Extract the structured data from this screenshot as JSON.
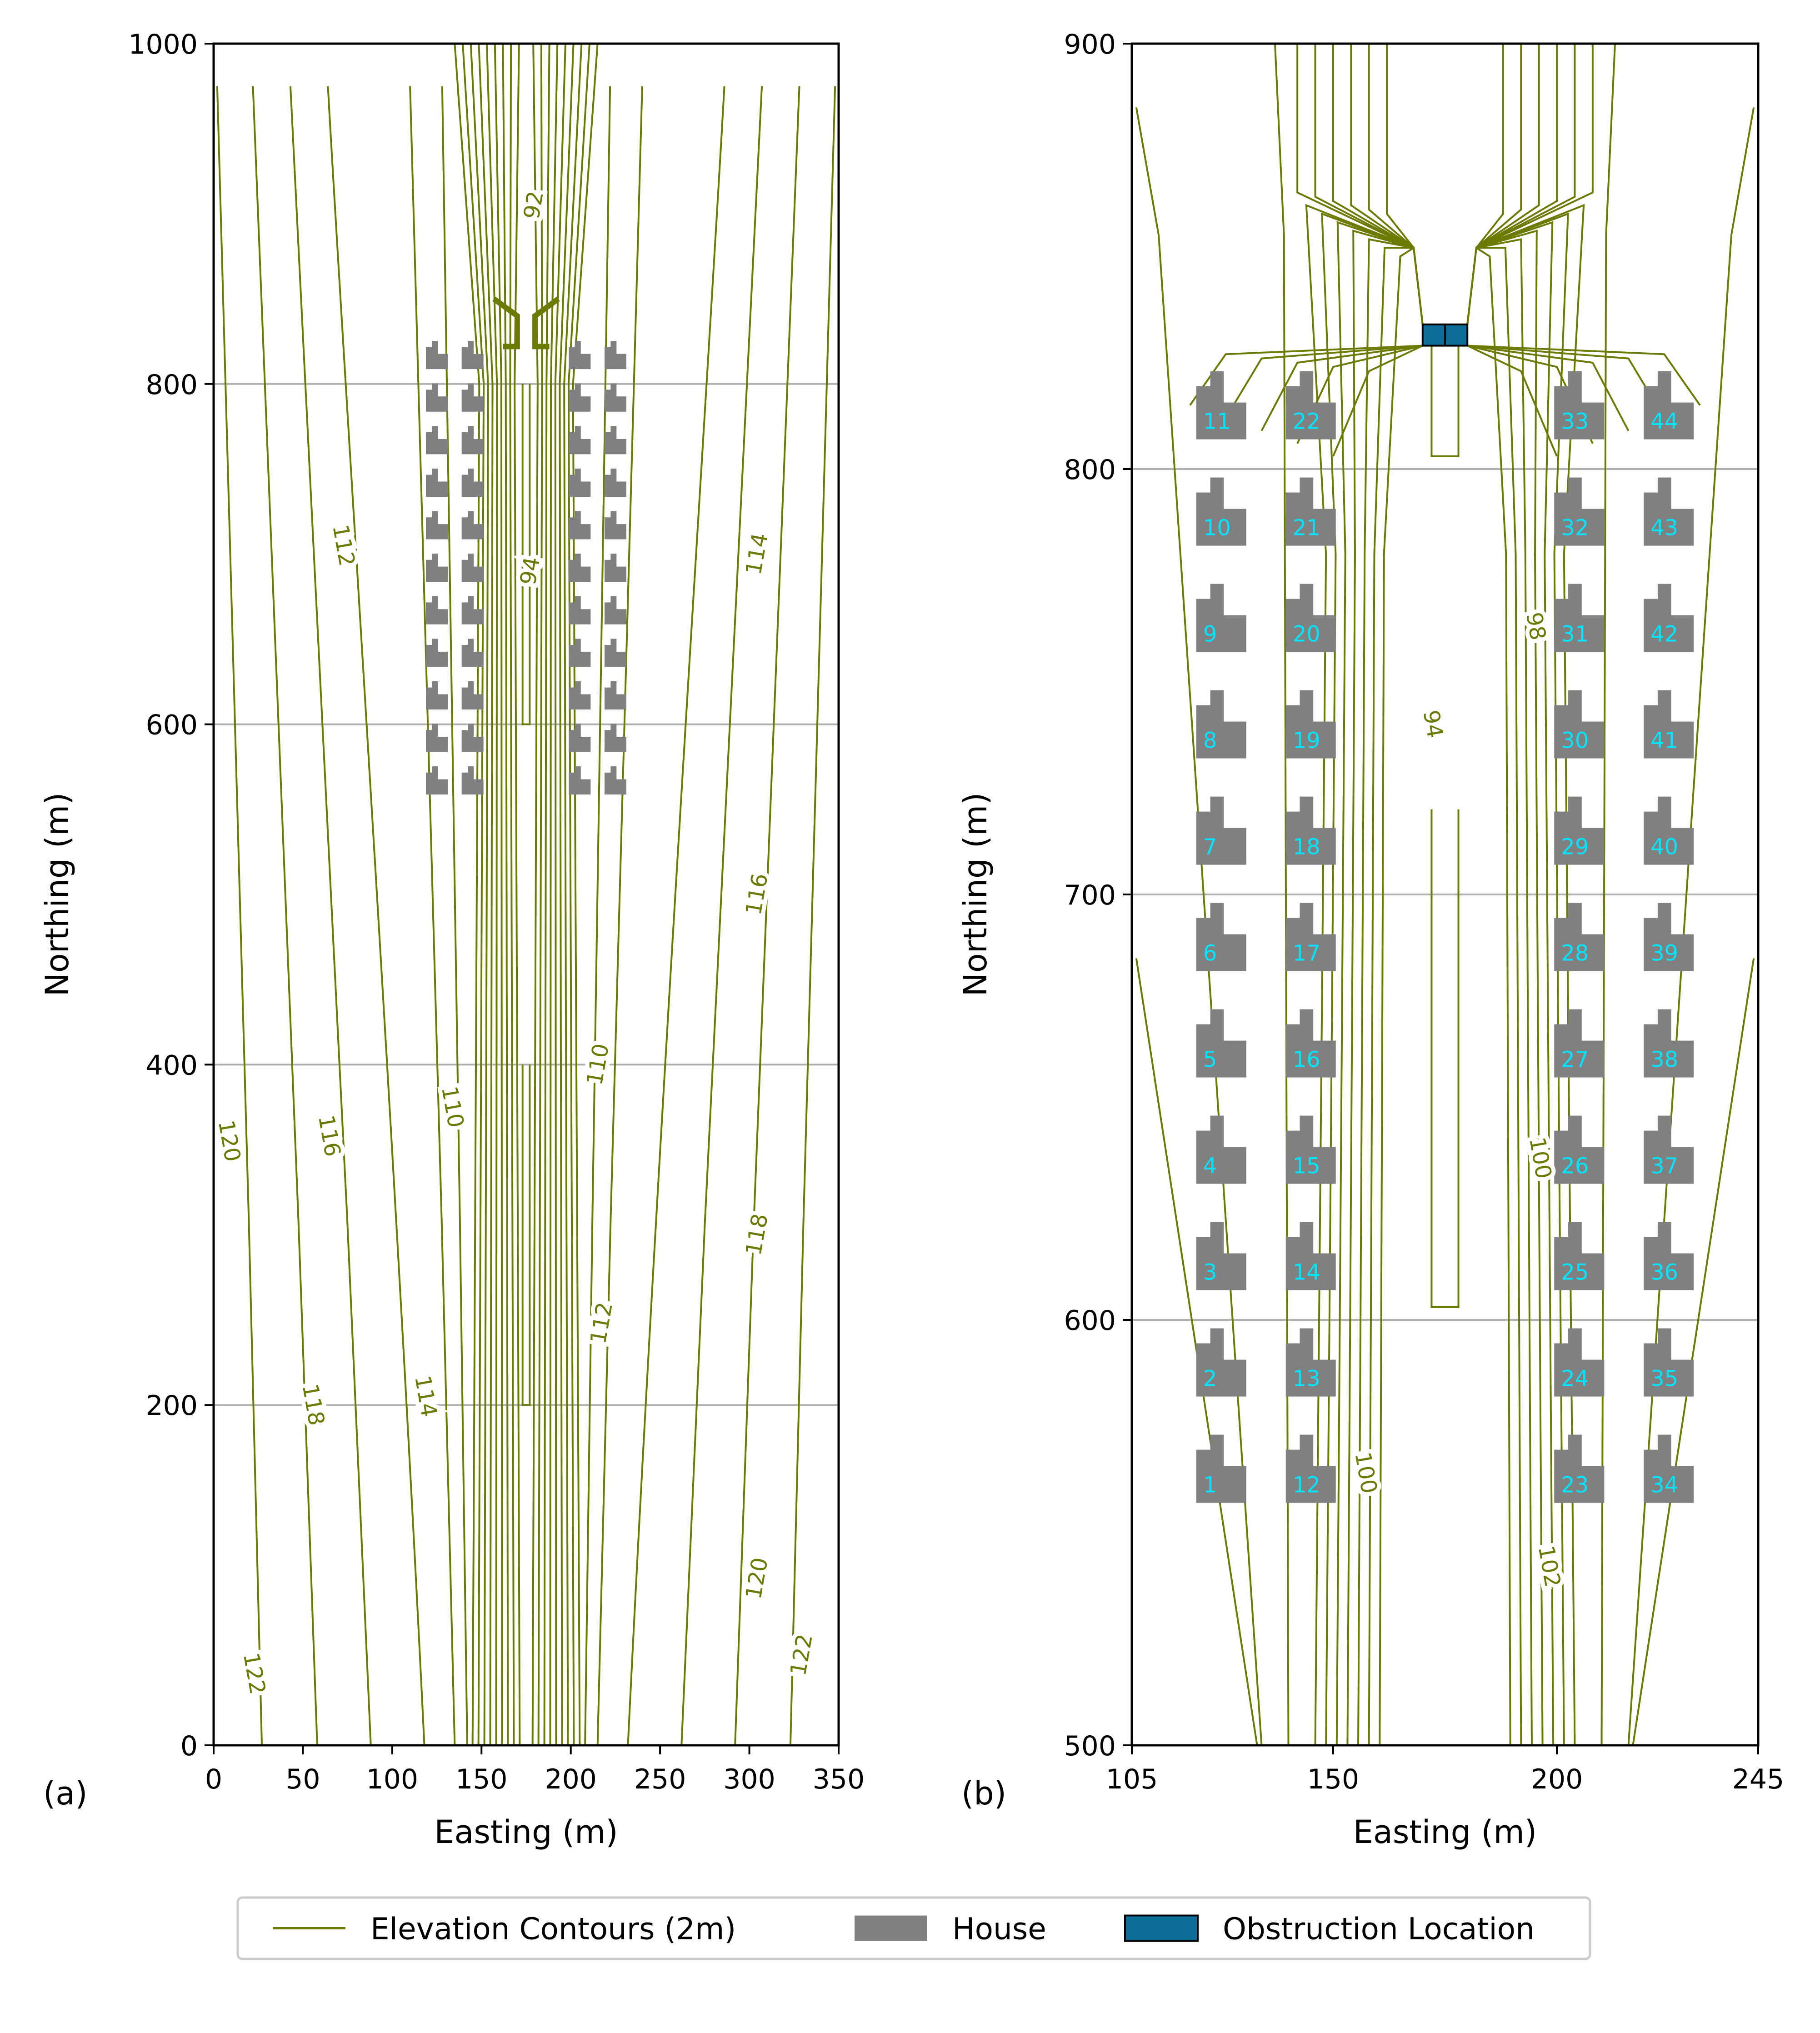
{
  "colors": {
    "contour": "#6b7a00",
    "house": "#808080",
    "obstruction": "#0e6e99",
    "grid": "#b0b0b0",
    "house_label": "#00e5ff"
  },
  "chart_data": [
    {
      "type": "contour",
      "panel": "(a)",
      "xlabel": "Easting (m)",
      "ylabel": "Northing (m)",
      "xlim": [
        0,
        350
      ],
      "ylim": [
        0,
        1000
      ],
      "xticks": [
        0,
        50,
        100,
        150,
        200,
        250,
        300,
        350
      ],
      "yticks": [
        0,
        200,
        400,
        600,
        800,
        1000
      ],
      "grid": "horizontal",
      "contour_labels": [
        {
          "text": "92",
          "x": 180,
          "y": 905
        },
        {
          "text": "94",
          "x": 178,
          "y": 690
        },
        {
          "text": "112",
          "x": 72,
          "y": 705
        },
        {
          "text": "114",
          "x": 305,
          "y": 700
        },
        {
          "text": "116",
          "x": 305,
          "y": 500
        },
        {
          "text": "110",
          "x": 133,
          "y": 375
        },
        {
          "text": "110",
          "x": 216,
          "y": 400
        },
        {
          "text": "120",
          "x": 8,
          "y": 355
        },
        {
          "text": "116",
          "x": 64,
          "y": 358
        },
        {
          "text": "118",
          "x": 305,
          "y": 300
        },
        {
          "text": "112",
          "x": 218,
          "y": 248
        },
        {
          "text": "118",
          "x": 55,
          "y": 200
        },
        {
          "text": "114",
          "x": 118,
          "y": 205
        },
        {
          "text": "120",
          "x": 305,
          "y": 98
        },
        {
          "text": "122",
          "x": 22,
          "y": 42
        },
        {
          "text": "122",
          "x": 330,
          "y": 53
        }
      ],
      "houses": {
        "columns_x": [
          125,
          145,
          205,
          225
        ],
        "rows_y": [
          567,
          592,
          617,
          642,
          667,
          692,
          717,
          742,
          767,
          792,
          817
        ]
      },
      "obstruction": null
    },
    {
      "type": "contour",
      "panel": "(b)",
      "xlabel": "Easting (m)",
      "ylabel": "Northing (m)",
      "xlim": [
        105,
        245
      ],
      "ylim": [
        500,
        900
      ],
      "xticks": [
        105,
        150,
        200,
        245
      ],
      "yticks": [
        500,
        600,
        700,
        800,
        900
      ],
      "grid": "horizontal",
      "contour_labels": [
        {
          "text": "98",
          "x": 195,
          "y": 763
        },
        {
          "text": "94",
          "x": 172,
          "y": 740
        },
        {
          "text": "100",
          "x": 196,
          "y": 638
        },
        {
          "text": "100",
          "x": 157,
          "y": 564
        },
        {
          "text": "102",
          "x": 198,
          "y": 542
        }
      ],
      "houses": [
        {
          "id": "1",
          "x": 125,
          "y": 565
        },
        {
          "id": "2",
          "x": 125,
          "y": 590
        },
        {
          "id": "3",
          "x": 125,
          "y": 615
        },
        {
          "id": "4",
          "x": 125,
          "y": 640
        },
        {
          "id": "5",
          "x": 125,
          "y": 665
        },
        {
          "id": "6",
          "x": 125,
          "y": 690
        },
        {
          "id": "7",
          "x": 125,
          "y": 715
        },
        {
          "id": "8",
          "x": 125,
          "y": 740
        },
        {
          "id": "9",
          "x": 125,
          "y": 765
        },
        {
          "id": "10",
          "x": 125,
          "y": 790
        },
        {
          "id": "11",
          "x": 125,
          "y": 815
        },
        {
          "id": "12",
          "x": 145,
          "y": 565
        },
        {
          "id": "13",
          "x": 145,
          "y": 590
        },
        {
          "id": "14",
          "x": 145,
          "y": 615
        },
        {
          "id": "15",
          "x": 145,
          "y": 640
        },
        {
          "id": "16",
          "x": 145,
          "y": 665
        },
        {
          "id": "17",
          "x": 145,
          "y": 690
        },
        {
          "id": "18",
          "x": 145,
          "y": 715
        },
        {
          "id": "19",
          "x": 145,
          "y": 740
        },
        {
          "id": "20",
          "x": 145,
          "y": 765
        },
        {
          "id": "21",
          "x": 145,
          "y": 790
        },
        {
          "id": "22",
          "x": 145,
          "y": 815
        },
        {
          "id": "23",
          "x": 205,
          "y": 565
        },
        {
          "id": "24",
          "x": 205,
          "y": 590
        },
        {
          "id": "25",
          "x": 205,
          "y": 615
        },
        {
          "id": "26",
          "x": 205,
          "y": 640
        },
        {
          "id": "27",
          "x": 205,
          "y": 665
        },
        {
          "id": "28",
          "x": 205,
          "y": 690
        },
        {
          "id": "29",
          "x": 205,
          "y": 715
        },
        {
          "id": "30",
          "x": 205,
          "y": 740
        },
        {
          "id": "31",
          "x": 205,
          "y": 765
        },
        {
          "id": "32",
          "x": 205,
          "y": 790
        },
        {
          "id": "33",
          "x": 205,
          "y": 815
        },
        {
          "id": "34",
          "x": 225,
          "y": 565
        },
        {
          "id": "35",
          "x": 225,
          "y": 590
        },
        {
          "id": "36",
          "x": 225,
          "y": 615
        },
        {
          "id": "37",
          "x": 225,
          "y": 640
        },
        {
          "id": "38",
          "x": 225,
          "y": 665
        },
        {
          "id": "39",
          "x": 225,
          "y": 690
        },
        {
          "id": "40",
          "x": 225,
          "y": 715
        },
        {
          "id": "41",
          "x": 225,
          "y": 740
        },
        {
          "id": "42",
          "x": 225,
          "y": 765
        },
        {
          "id": "43",
          "x": 225,
          "y": 790
        },
        {
          "id": "44",
          "x": 225,
          "y": 815
        }
      ],
      "obstruction": {
        "x": [
          170,
          180
        ],
        "y": [
          829,
          834
        ]
      }
    }
  ],
  "legend": {
    "placement": "bottom-center",
    "items": [
      {
        "label": "Elevation Contours (2m)",
        "kind": "line"
      },
      {
        "label": "House",
        "kind": "house"
      },
      {
        "label": "Obstruction Location",
        "kind": "obstruction"
      }
    ]
  }
}
